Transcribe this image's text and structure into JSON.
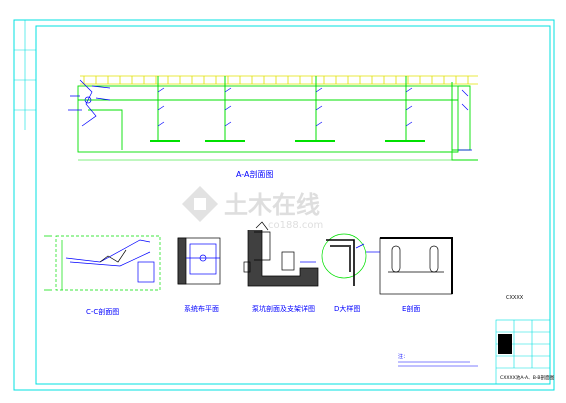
{
  "drawing": {
    "main_section_title": "A-A剖面图",
    "labels": {
      "detail1": "C-C剖面图",
      "detail2": "系统布平面",
      "detail3": "泵坑剖面及支架详图",
      "detail4": "D大样图",
      "detail5": "E剖面"
    },
    "notes_title": "注：",
    "title_block": {
      "project": "CXXXX",
      "drawing_name": "CXXXX池A-A、B-B剖面图"
    },
    "watermark": {
      "cn": "土木在线",
      "en": "co188.com"
    }
  },
  "colors": {
    "frame": "#00e0e0",
    "structure": "#00e000",
    "pipe_yellow": "#e0e000",
    "label": "#0000ff",
    "dark": "#000000",
    "fill": "#404040"
  }
}
